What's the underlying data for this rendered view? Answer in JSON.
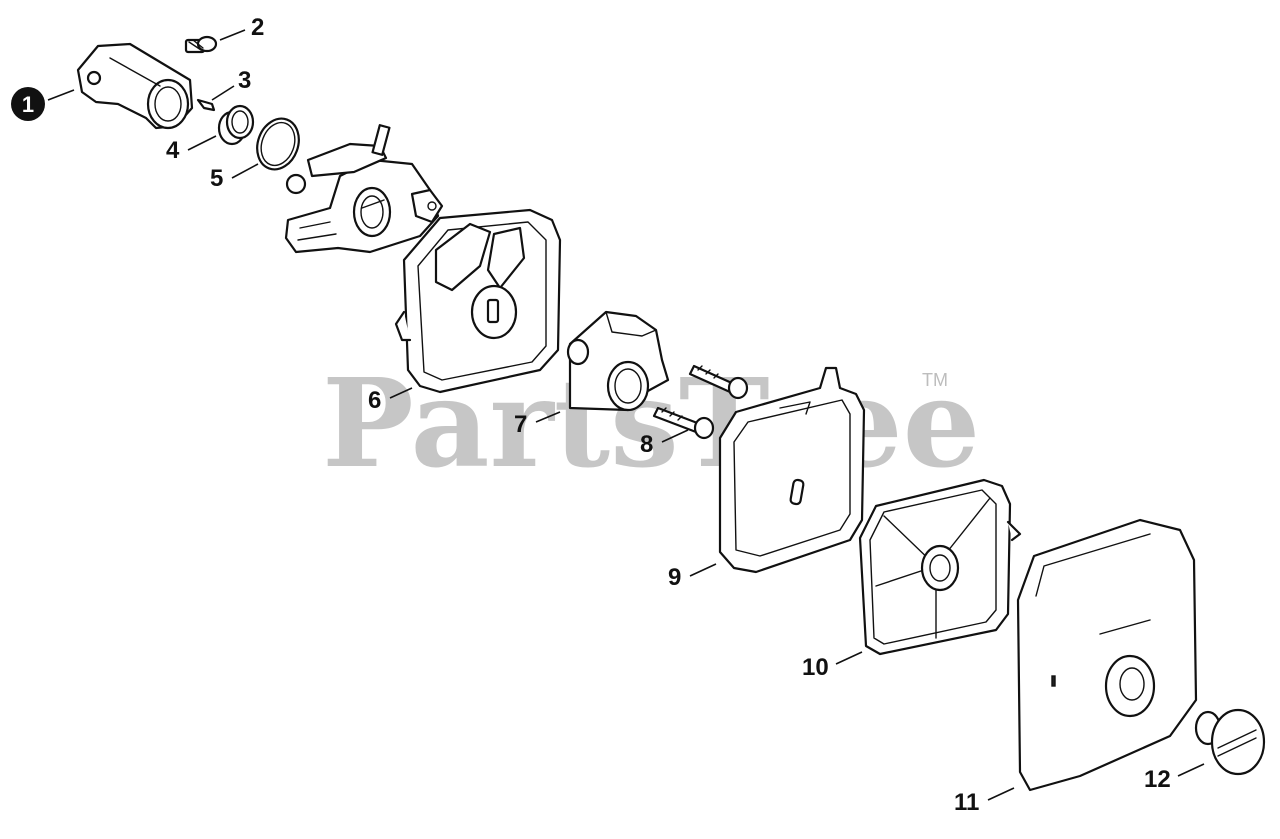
{
  "watermark": {
    "text": "PartsTree",
    "tm": "TM"
  },
  "callouts": [
    {
      "id": "1",
      "label": "1"
    },
    {
      "id": "2",
      "label": "2"
    },
    {
      "id": "3",
      "label": "3"
    },
    {
      "id": "4",
      "label": "4"
    },
    {
      "id": "5",
      "label": "5"
    },
    {
      "id": "6",
      "label": "6"
    },
    {
      "id": "7",
      "label": "7"
    },
    {
      "id": "8",
      "label": "8"
    },
    {
      "id": "9",
      "label": "9"
    },
    {
      "id": "10",
      "label": "10"
    },
    {
      "id": "11",
      "label": "11"
    },
    {
      "id": "12",
      "label": "12"
    }
  ]
}
